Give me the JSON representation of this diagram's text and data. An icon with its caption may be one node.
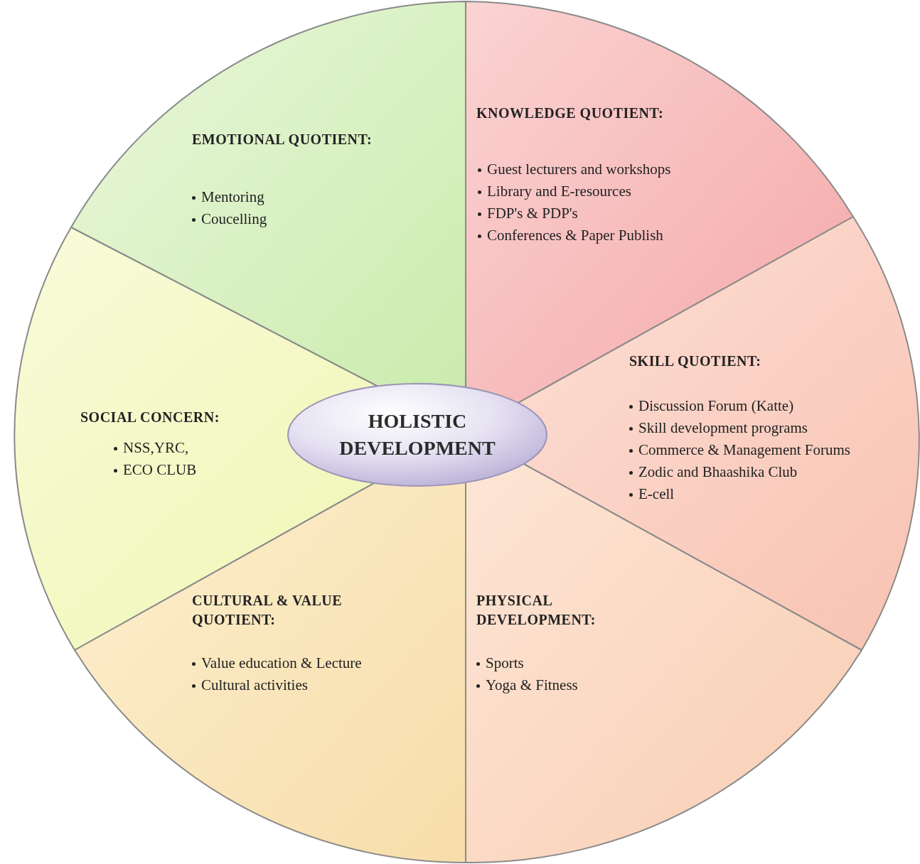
{
  "diagram": {
    "nodes": [
      {
        "text": [
          "EMOTIONAL QUOTIENT:",
          "Mentoring",
          "Coucelling"
        ]
      },
      {
        "text": [
          "KNOWLEDGE QUOTIENT:",
          "Guest lecturers and workshops",
          "Library and E-resources",
          "FDP's & PDP's",
          "Conferences & Paper Publish"
        ]
      },
      {
        "text": [
          "SOCIAL CONCERN:",
          "NSS,YRC,",
          "ECO CLUB"
        ]
      },
      {
        "text": [
          "HOLISTIC DEVELOPMENT"
        ]
      },
      {
        "text": [
          "SKILL QUOTIENT:",
          "Discussion Forum (Katte)",
          "Skill development programs",
          "Commerce & Management Forums",
          "Zodic and Bhaashika Club",
          "E-cell"
        ]
      },
      {
        "text": [
          "CULTURAL & VALUE QUOTIENT:",
          "Value education & Lecture",
          "Cultural activities"
        ]
      },
      {
        "text": [
          "PHYSICAL DEVELOPMENT:",
          "Sports",
          "Yoga & Fitness"
        ]
      }
    ]
  }
}
